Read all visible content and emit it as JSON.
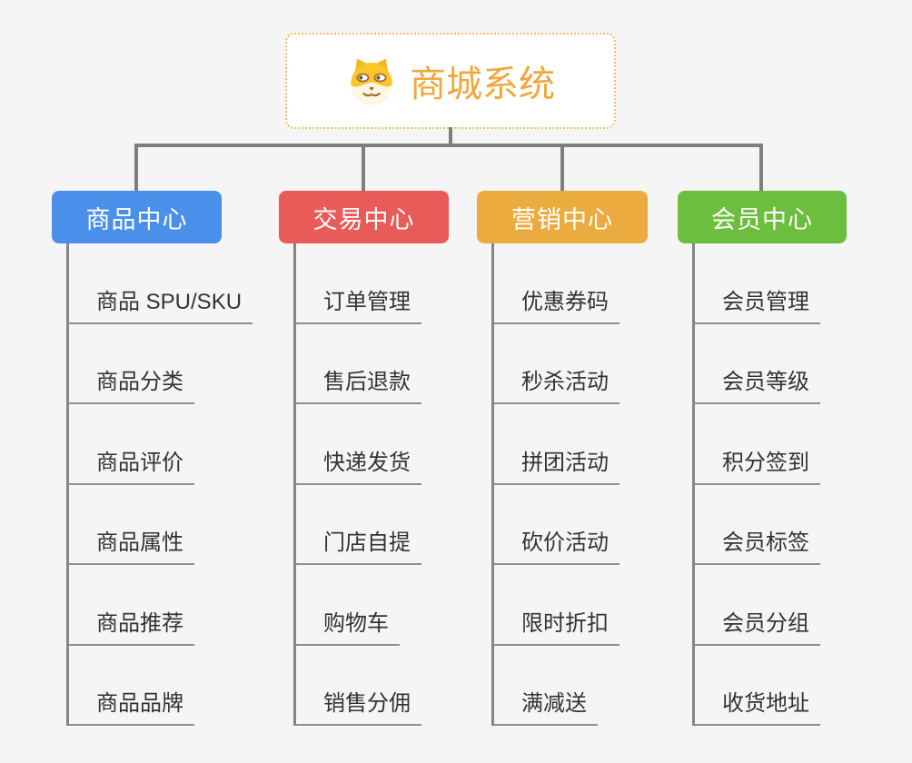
{
  "root": {
    "title": "商城系统",
    "icon": "shiba-dog-icon"
  },
  "branches": [
    {
      "label": "商品中心",
      "color": "#4a8fe9",
      "items": [
        "商品 SPU/SKU",
        "商品分类",
        "商品评价",
        "商品属性",
        "商品推荐",
        "商品品牌"
      ]
    },
    {
      "label": "交易中心",
      "color": "#e85b58",
      "items": [
        "订单管理",
        "售后退款",
        "快递发货",
        "门店自提",
        "购物车",
        "销售分佣"
      ]
    },
    {
      "label": "营销中心",
      "color": "#ebab3f",
      "items": [
        "优惠券码",
        "秒杀活动",
        "拼团活动",
        "砍价活动",
        "限时折扣",
        "满减送"
      ]
    },
    {
      "label": "会员中心",
      "color": "#6cbe3e",
      "items": [
        "会员管理",
        "会员等级",
        "积分签到",
        "会员标签",
        "会员分组",
        "收货地址"
      ]
    }
  ],
  "colors": {
    "background": "#f5f5f5",
    "connector": "#7f7f7f",
    "underline": "#8f8f8f",
    "trunk": "#858585",
    "root_accent": "#f2a63c",
    "root_border": "#f2bd66",
    "item_text": "#333333"
  }
}
